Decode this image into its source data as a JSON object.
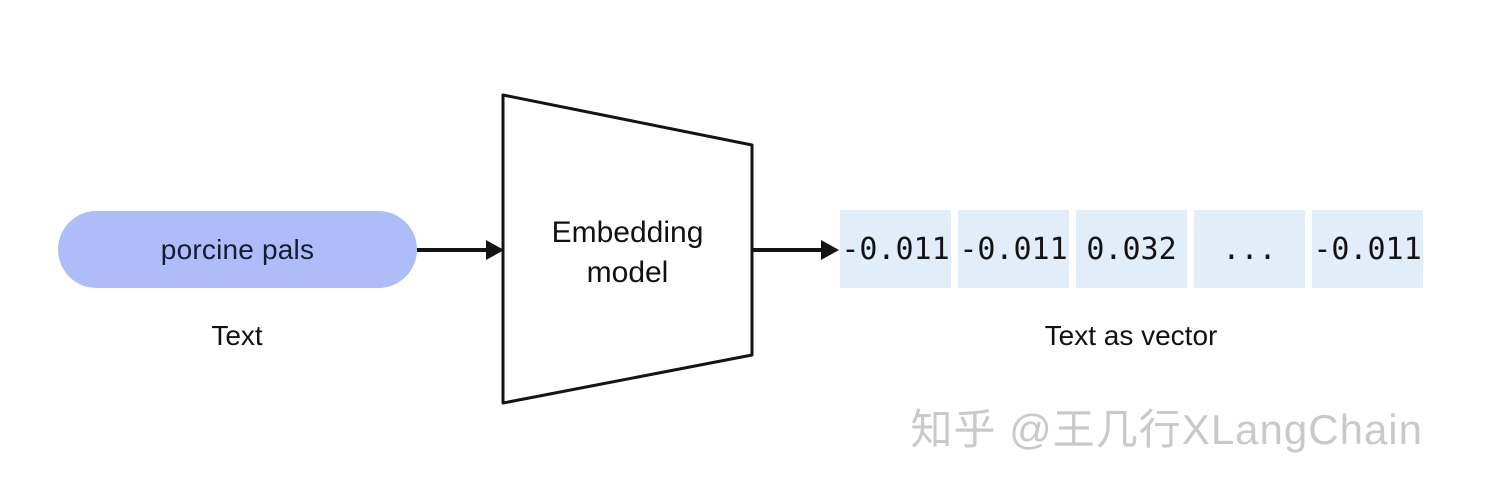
{
  "input": {
    "label": "porcine pals",
    "caption": "Text"
  },
  "model": {
    "line1": "Embedding",
    "line2": "model"
  },
  "output": {
    "cells": [
      "-0.011",
      "-0.011",
      "0.032",
      "...",
      "-0.011"
    ],
    "caption": "Text as vector"
  },
  "watermark": "知乎 @王几行XLangChain",
  "colors": {
    "pill_bg": "#aebdf7",
    "pill_text": "#141b33",
    "cell_bg": "#e2edfa",
    "cell_text": "#131313",
    "stroke": "#141414",
    "label_text": "#111111",
    "watermark": "#c9c9c9"
  }
}
